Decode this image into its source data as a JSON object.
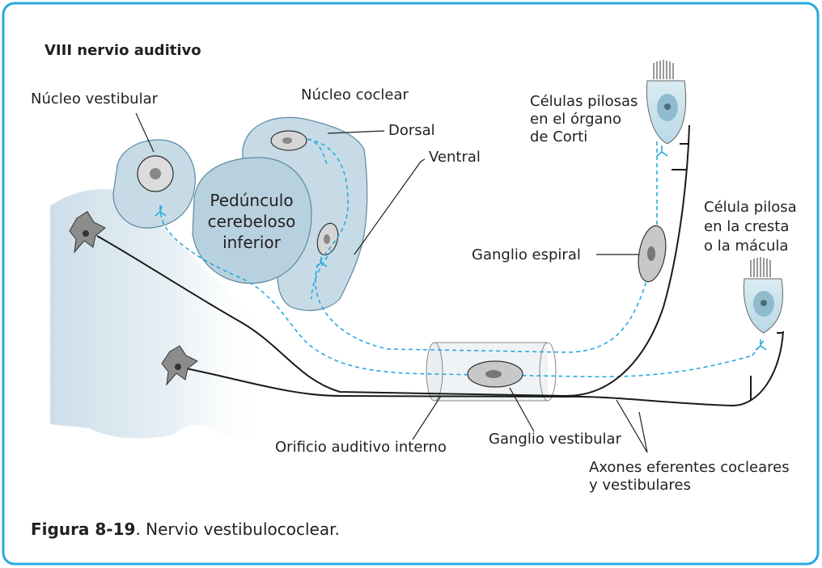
{
  "header": {
    "title": "VIII nervio auditivo"
  },
  "labels": {
    "nucleo_vestibular": "Núcleo vestibular",
    "nucleo_coclear": "Núcleo coclear",
    "dorsal": "Dorsal",
    "ventral": "Ventral",
    "pedunculo": [
      "Pedúnculo",
      "cerebeloso",
      "inferior"
    ],
    "celulas_pilosas": [
      "Células pilosas",
      "en el órgano",
      "de Corti"
    ],
    "celula_pilosa": [
      "Célula pilosa",
      "en la cresta",
      "o la mácula"
    ],
    "ganglio_espiral": "Ganglio espiral",
    "orificio": "Orificio auditivo interno",
    "ganglio_vestibular": "Ganglio vestibular",
    "axones": [
      "Axones eferentes cocleares",
      "y vestibulares"
    ]
  },
  "caption": {
    "figure_number": "Figura 8-19",
    "text": ". Nervio vestibulococlear."
  },
  "colors": {
    "frame": "#29a9e0",
    "tissue": "#cfe0ea",
    "nucleus_fill": "#c6dbe6",
    "nerve_dashed": "#29a9e0",
    "axon": "#1a1a1a",
    "cell_fill": "#b9b9b9"
  }
}
